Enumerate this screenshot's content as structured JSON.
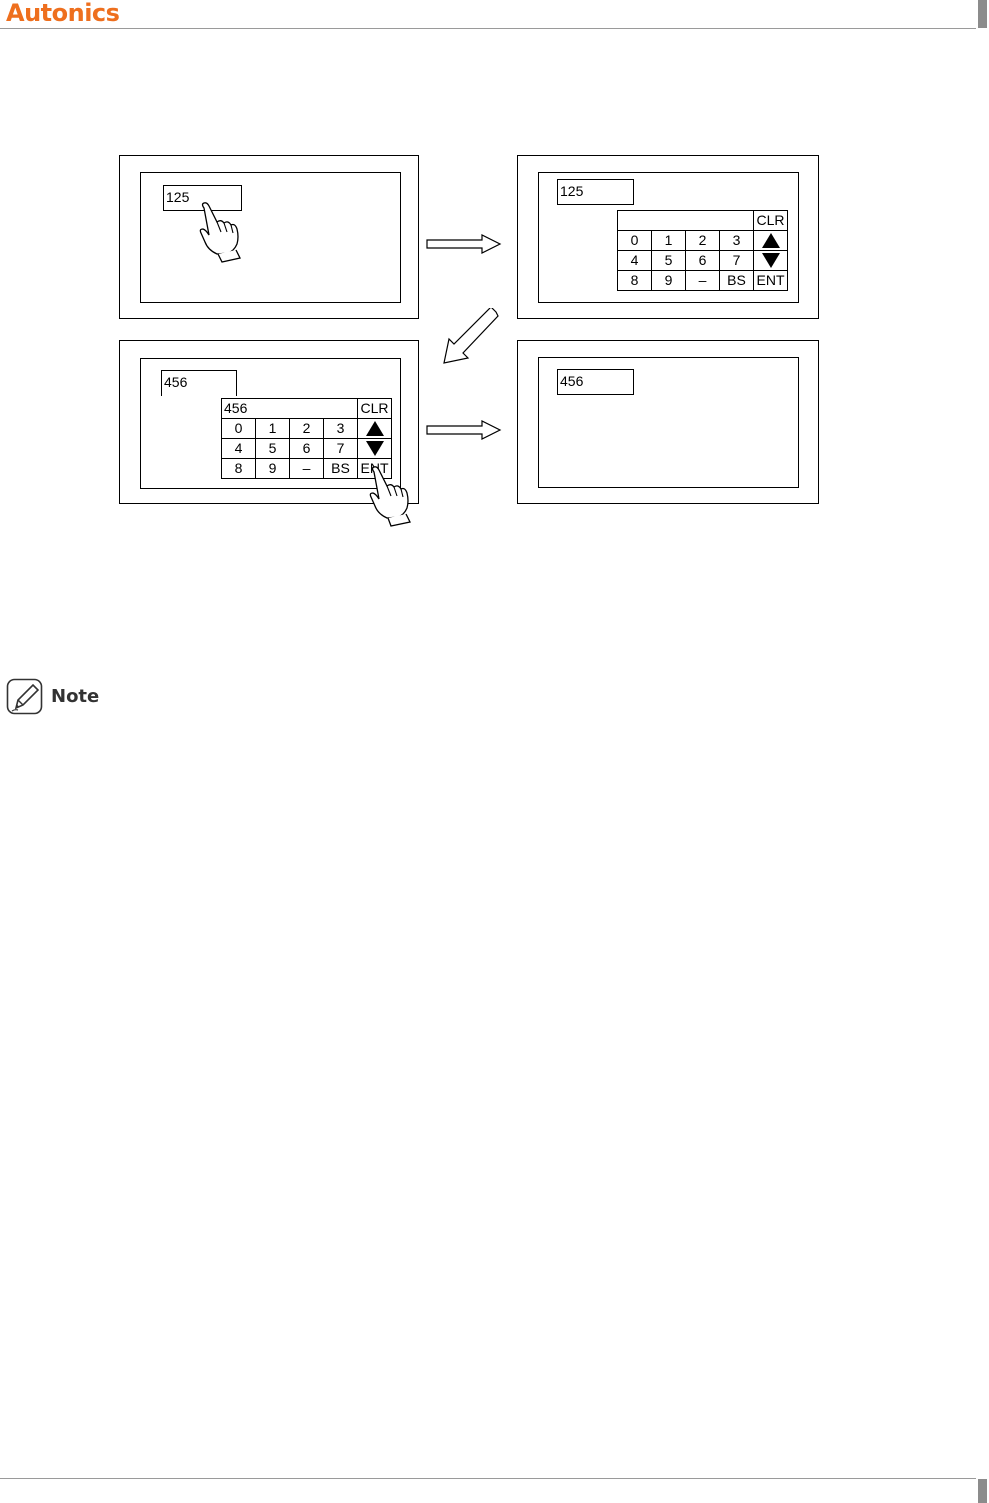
{
  "header": {
    "brand": "Autonics"
  },
  "panels": {
    "top_left": {
      "field_value": "125"
    },
    "top_right": {
      "field_value": "125",
      "display_value": ""
    },
    "bottom_left": {
      "field_value": "456",
      "display_value": "456"
    },
    "bottom_right": {
      "field_value": "456"
    }
  },
  "keypad": {
    "clr": "CLR",
    "row1": [
      "0",
      "1",
      "2",
      "3"
    ],
    "row2": [
      "4",
      "5",
      "6",
      "7"
    ],
    "row3": [
      "8",
      "9",
      "–",
      "BS",
      "ENT"
    ],
    "up_icon": "triangle-up-icon",
    "down_icon": "triangle-down-icon"
  },
  "note": {
    "label": "Note",
    "icon": "pencil-note-icon"
  },
  "colors": {
    "brand": "#ee6f1e",
    "rule": "#9a9a9a",
    "tab": "#8c8c8c"
  }
}
